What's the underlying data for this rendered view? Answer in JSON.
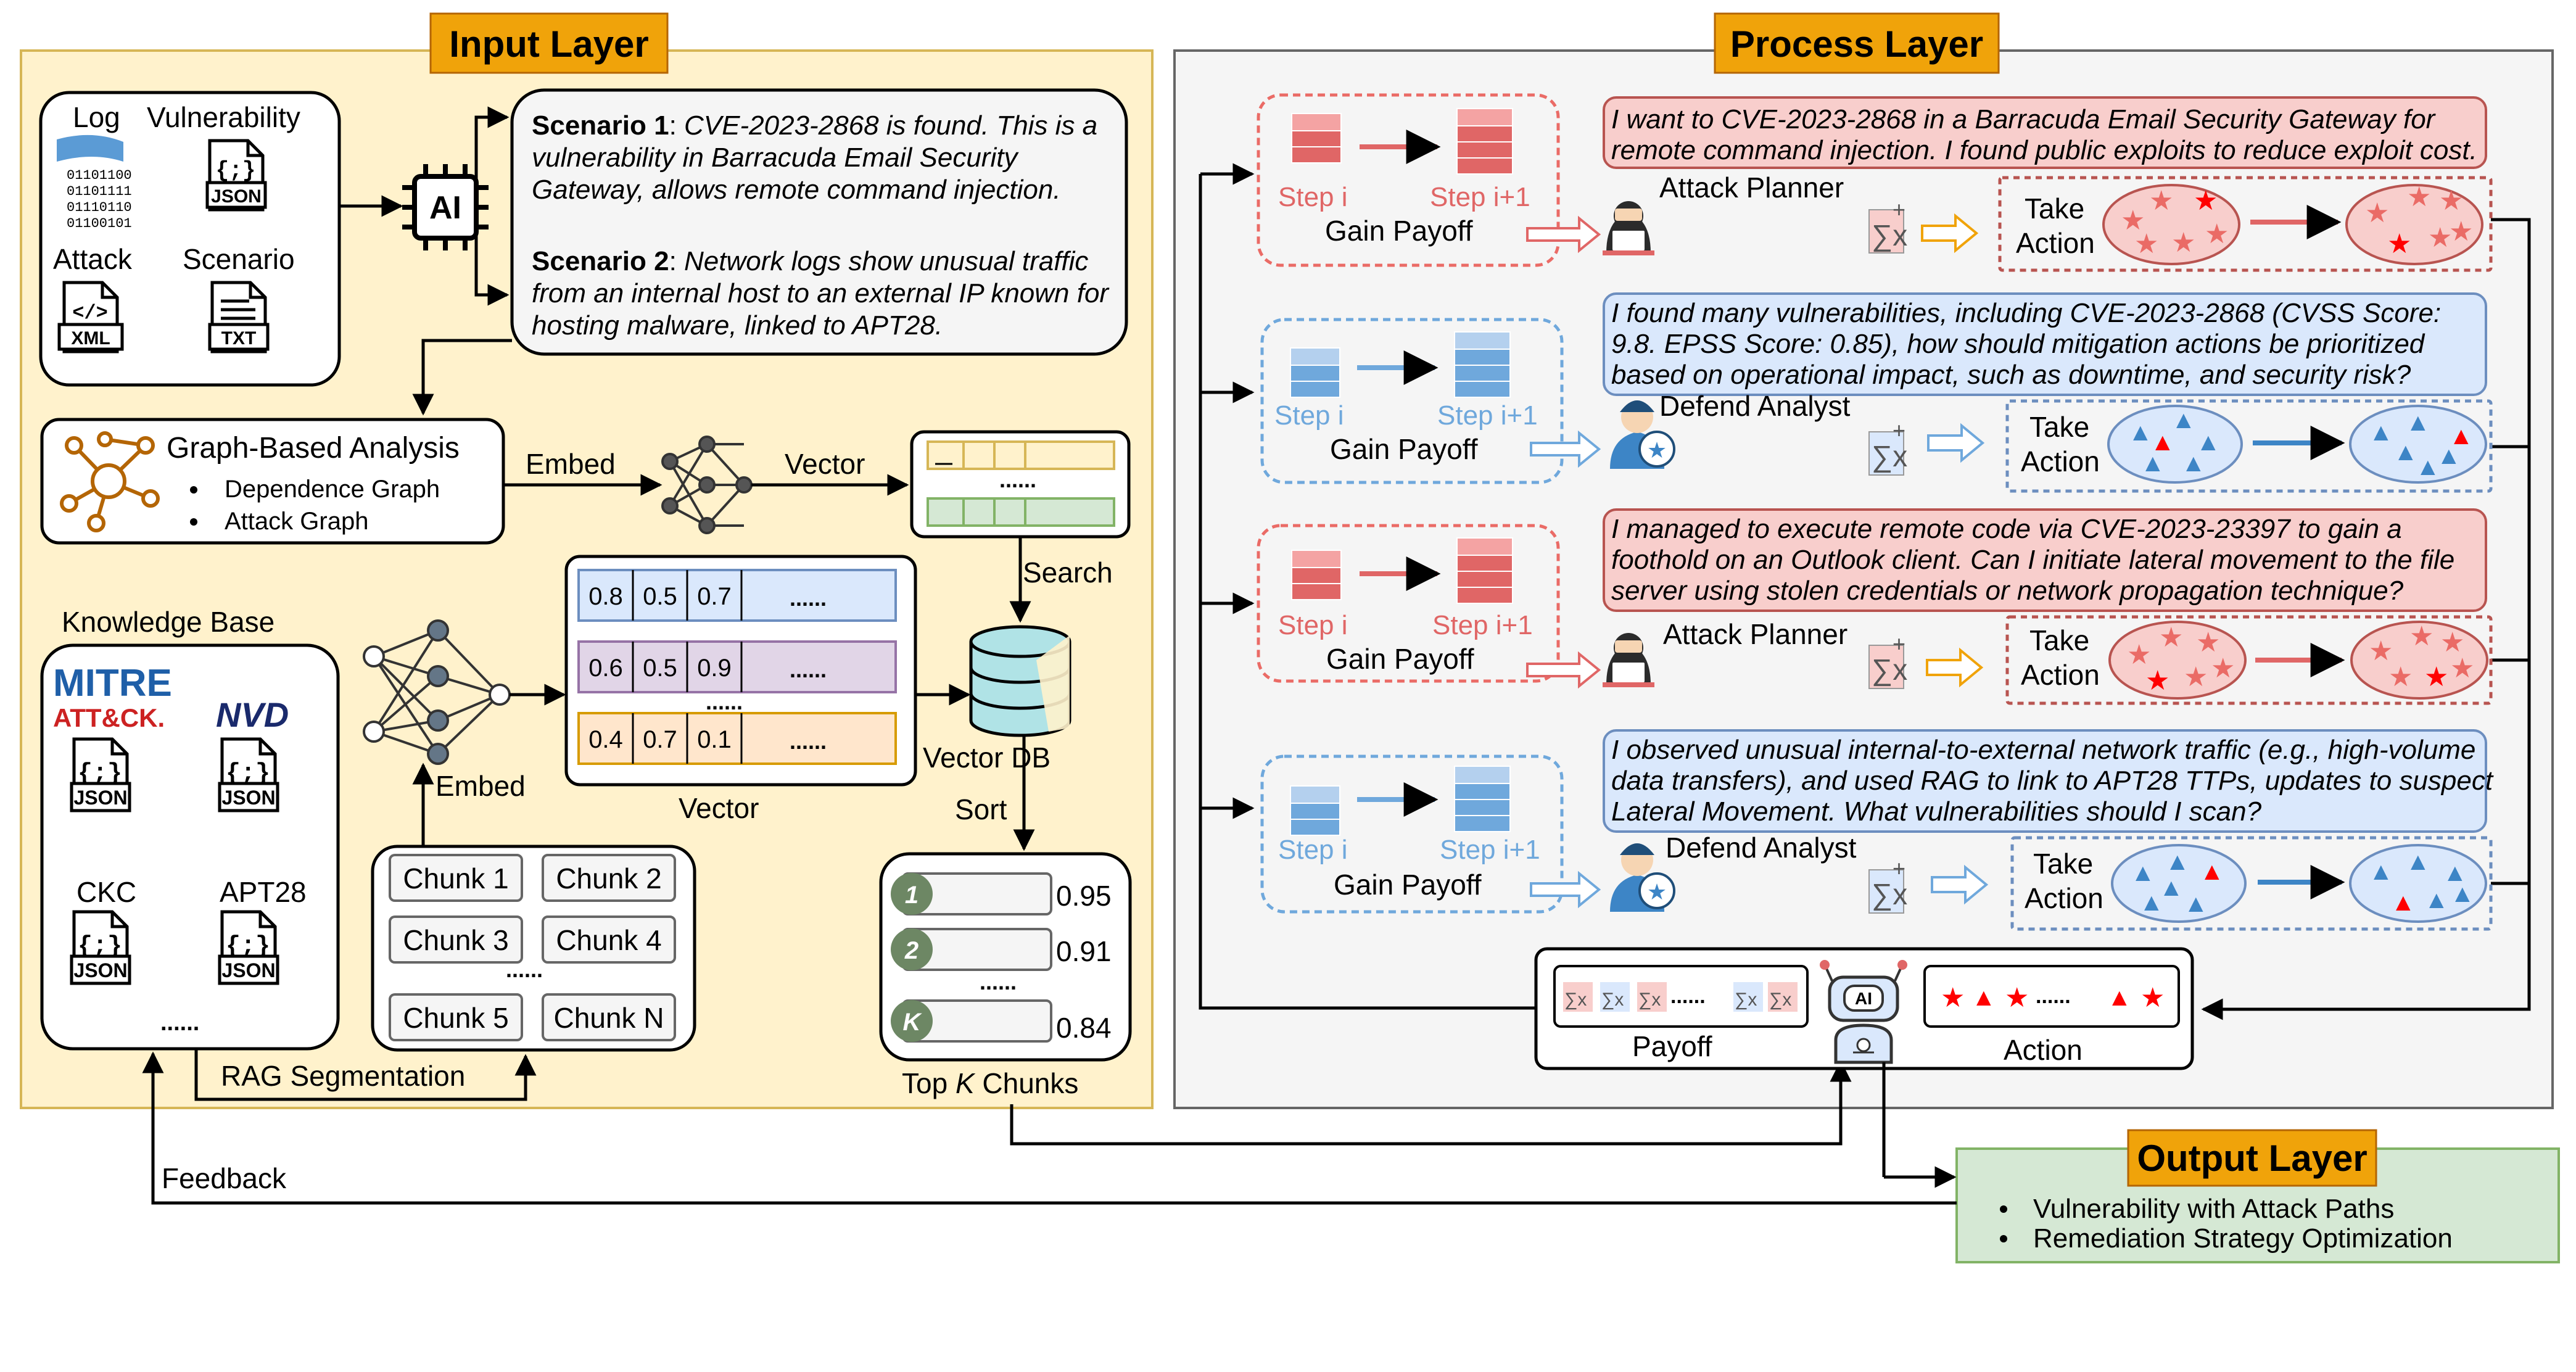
{
  "layers": {
    "input": "Input Layer",
    "process": "Process Layer",
    "output": "Output Layer"
  },
  "sources": {
    "log": "Log",
    "vulnerability": "Vulnerability",
    "attack": "Attack",
    "scenario": "Scenario",
    "log_binary": [
      "01101100",
      "01101111",
      "01110110",
      "01100101"
    ],
    "json": "JSON",
    "xml": "XML",
    "txt": "TXT",
    "code_brace": "{;}",
    "code_tag": "</>"
  },
  "ai_chip": "AI",
  "scenarios": [
    {
      "label": "Scenario 1",
      "lines": [
        "CVE-2023-2868 is found. This is a",
        "vulnerability in Barracuda Email Security",
        "Gateway, allows remote command injection."
      ]
    },
    {
      "label": "Scenario 2",
      "lines": [
        "Network logs show unusual traffic",
        "from an internal host to an external IP known for",
        "hosting malware, linked to APT28."
      ]
    }
  ],
  "graph": {
    "title": "Graph-Based Analysis",
    "items": [
      "Dependence Graph",
      "Attack Graph"
    ]
  },
  "embed": "Embed",
  "vector": "Vector",
  "dots": "......",
  "search": "Search",
  "vector_db": "Vector DB",
  "sort": "Sort",
  "knowledge_base": {
    "title": "Knowledge Base",
    "mitre": "MITRE",
    "attack": "ATT&CK.",
    "nvd": "NVD",
    "ckc": "CKC",
    "apt": "APT28"
  },
  "vectors": [
    {
      "values": [
        "0.8",
        "0.5",
        "0.7"
      ],
      "fill": "#dae8fc",
      "stroke": "#6c8ebf"
    },
    {
      "values": [
        "0.6",
        "0.5",
        "0.9"
      ],
      "fill": "#e1d5e7",
      "stroke": "#9673a6"
    },
    {
      "values": [
        "0.4",
        "0.7",
        "0.1"
      ],
      "fill": "#ffe6cc",
      "stroke": "#d79b00"
    }
  ],
  "chunks": [
    "Chunk 1",
    "Chunk 2",
    "Chunk 3",
    "Chunk 4",
    "Chunk 5",
    "Chunk N"
  ],
  "rag": "RAG Segmentation",
  "topk": {
    "label_prefix": "Top",
    "label_k": "K",
    "label_suffix": "Chunks",
    "items": [
      {
        "rank": "1",
        "score": "0.95"
      },
      {
        "rank": "2",
        "score": "0.91"
      },
      {
        "rank": "K",
        "score": "0.84"
      }
    ]
  },
  "feedback": "Feedback",
  "process_rows": [
    {
      "role": "Attack Planner",
      "team": "red",
      "message": [
        "I want to CVE-2023-2868 in a Barracuda Email Security Gateway for",
        "remote command injection. I found public exploits to reduce exploit cost."
      ]
    },
    {
      "role": "Defend Analyst",
      "team": "blue",
      "message": [
        "I found many vulnerabilities, including CVE-2023-2868 (CVSS Score:",
        "9.8. EPSS Score: 0.85), how should mitigation actions be prioritized",
        "based on operational impact, such as downtime, and security risk?"
      ]
    },
    {
      "role": "Attack Planner",
      "team": "red",
      "message": [
        "I managed to execute remote code via CVE-2023-23397 to gain a",
        "foothold on an Outlook client. Can I initiate lateral movement to the file",
        "server using stolen credentials or network propagation technique?"
      ]
    },
    {
      "role": "Defend Analyst",
      "team": "blue",
      "message": [
        "I observed unusual internal-to-external network traffic (e.g., high-volume",
        "data transfers), and used RAG to link to APT28 TTPs, updates to suspect",
        "Lateral Movement. What vulnerabilities should I scan?"
      ]
    }
  ],
  "step_i": "Step i",
  "step_i1": "Step i+1",
  "gain_payoff": "Gain Payoff",
  "take_action": [
    "Take",
    "Action"
  ],
  "payoff": "Payoff",
  "action": "Action",
  "output_items": [
    "Vulnerability with Attack Paths",
    "Remediation Strategy Optimization"
  ],
  "colors": {
    "input_fill": "#fff2cc",
    "input_stroke": "#d6b656",
    "process_fill": "#f5f5f5",
    "process_stroke": "#666666",
    "output_fill": "#d5e8d4",
    "output_stroke": "#82b366",
    "title_fill": "#f0a30a",
    "red_fill": "#f8cecc",
    "red_stroke": "#b85450",
    "blue_fill": "#dae8fc",
    "blue_stroke": "#6c8ebf",
    "chip_green": "#6d8764",
    "red_mark": "#ff0000",
    "blue_mark": "#3d85c6"
  }
}
